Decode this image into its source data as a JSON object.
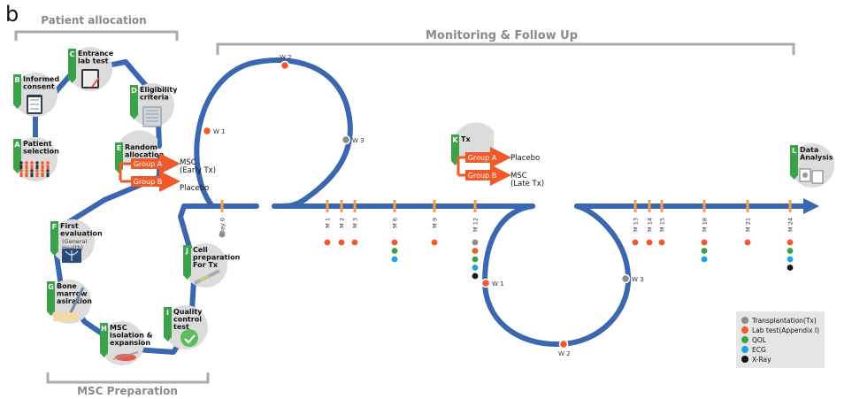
{
  "panel_letter": "b",
  "sections": {
    "patient_allocation": "Patient allocation",
    "monitoring": "Monitoring & Follow Up",
    "msc_preparation": "MSC Preparation"
  },
  "steps": [
    {
      "letter": "A",
      "label": [
        "Patient",
        "selection"
      ],
      "icon": "people-icon"
    },
    {
      "letter": "B",
      "label": [
        "Informed",
        "consent"
      ],
      "icon": "clipboard-icon"
    },
    {
      "letter": "C",
      "label": [
        "Entrance",
        "lab test"
      ],
      "icon": "tablet-icon"
    },
    {
      "letter": "D",
      "label": [
        "Eligibility",
        "criteria"
      ],
      "icon": "document-icon"
    },
    {
      "letter": "E",
      "label": [
        "Random",
        "allocation"
      ],
      "icon": ""
    },
    {
      "letter": "F",
      "label": [
        "First",
        "evaluation"
      ],
      "sublabel": [
        "(General",
        "Health)"
      ],
      "icon": "xray-icon"
    },
    {
      "letter": "G",
      "label": [
        "Bone",
        "marrow",
        "asiration"
      ],
      "icon": "needle-icon"
    },
    {
      "letter": "H",
      "label": [
        "MSC",
        "isolation &",
        "expansion"
      ],
      "icon": "petri-dish-icon"
    },
    {
      "letter": "I",
      "label": [
        "Quality",
        "control",
        "test"
      ],
      "icon": "qc-badge-icon"
    },
    {
      "letter": "J",
      "label": [
        "Cell",
        "preparation",
        "For Tx"
      ],
      "icon": "syringe-icon"
    },
    {
      "letter": "K",
      "label": [
        "Tx"
      ],
      "icon": ""
    },
    {
      "letter": "L",
      "label": [
        "Data",
        "Analysis"
      ],
      "icon": "analysis-icon"
    }
  ],
  "random_allocation": {
    "group_a": "Group A",
    "group_a_target": [
      "MSC",
      "(Early Tx)"
    ],
    "group_b": "Group B",
    "group_b_target": [
      "Placebo"
    ]
  },
  "tx_allocation": {
    "group_a": "Group A",
    "group_a_target": [
      "Placebo"
    ],
    "group_b": "Group B",
    "group_b_target": [
      "MSC",
      "(Late Tx)"
    ]
  },
  "loop1_weeks": {
    "w1": "W 1",
    "w2": "W 2",
    "w3": "W 3"
  },
  "loop2_weeks": {
    "w1": "W 1",
    "w2": "W 2",
    "w3": "W 3"
  },
  "timepoints": [
    {
      "label": "Day 0",
      "tests": [
        "gray"
      ]
    },
    {
      "label": "M 1",
      "tests": [
        "orange"
      ]
    },
    {
      "label": "M 2",
      "tests": [
        "orange"
      ]
    },
    {
      "label": "M 3",
      "tests": [
        "orange"
      ]
    },
    {
      "label": "M 6",
      "tests": [
        "orange",
        "green",
        "blue"
      ]
    },
    {
      "label": "M 9",
      "tests": [
        "orange"
      ]
    },
    {
      "label": "M 12",
      "tests": [
        "gray",
        "orange",
        "green",
        "blue",
        "black"
      ]
    },
    {
      "label": "M 13",
      "tests": [
        "orange"
      ]
    },
    {
      "label": "M 14",
      "tests": [
        "orange"
      ]
    },
    {
      "label": "M 15",
      "tests": [
        "orange"
      ]
    },
    {
      "label": "M 18",
      "tests": [
        "orange",
        "green",
        "blue"
      ]
    },
    {
      "label": "M 21",
      "tests": [
        "orange"
      ]
    },
    {
      "label": "M 24",
      "tests": [
        "orange",
        "green",
        "blue",
        "black"
      ]
    }
  ],
  "legend": [
    {
      "key": "gray",
      "label": "Transplantation(Tx)"
    },
    {
      "key": "orange",
      "label": "Lab test(Appendix I)"
    },
    {
      "key": "green",
      "label": "QOL"
    },
    {
      "key": "blue",
      "label": "ECG"
    },
    {
      "key": "black",
      "label": "X-Ray"
    }
  ],
  "colors": {
    "path": "#3a67b0",
    "green": "#3aa34a",
    "orange": "#f0592a",
    "gray": "#8c8c8c",
    "blue": "#1aa5dc",
    "black": "#151515",
    "tick": "#f5a04a",
    "bracket": "#aaaaaa",
    "circle": "#dcdcdc",
    "legend_bg": "#e6e6e6",
    "qol": "#3bb34a"
  }
}
